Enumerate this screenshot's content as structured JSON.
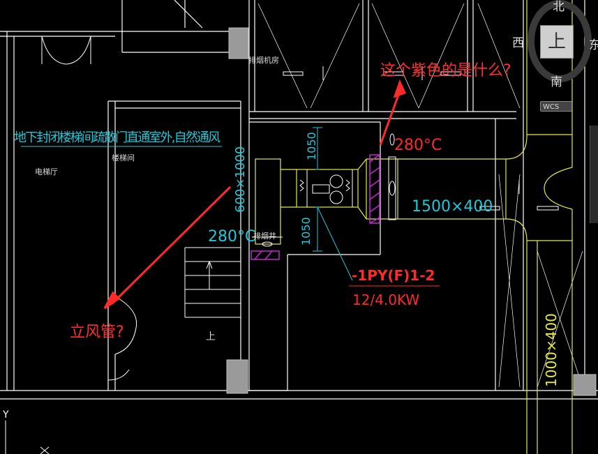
{
  "drawing": {
    "title_note": "地下封闭楼梯间疏散门直通室外,自然通风",
    "room_elevator_hall": "电梯厅",
    "room_stair": "楼梯间",
    "room_smoke_fan": "排烟机房",
    "shaft_label": "排烟井",
    "stair_up": "上",
    "dim_1050_top": "1050",
    "dim_1050_bottom": "1050",
    "duct_600x1000": "600×1000",
    "duct_1500x400": "1500×400",
    "duct_1000x400": "1000×400",
    "temp_left": "280°C",
    "temp_right": "280°C",
    "fan_tag": "-1PY(F)1-2",
    "fan_spec": "12/4.0KW"
  },
  "annotations": {
    "question_purple": "这个紫色的是什么?",
    "question_riser": "立风管?"
  },
  "viewcube": {
    "face": "上",
    "north": "北",
    "south": "南",
    "west": "西",
    "east": "东",
    "wcs": "WCS"
  },
  "ucs": {
    "y_label": "Y"
  },
  "colors": {
    "walls": "#ffffff",
    "duct": "#e8e84a",
    "dims": "#22c7d8",
    "fire_damper": "#c02bd0",
    "fan_tag": "#ff2a2a",
    "arrows": "#ff2a2a",
    "gray_wall": "#9a9a9a"
  }
}
